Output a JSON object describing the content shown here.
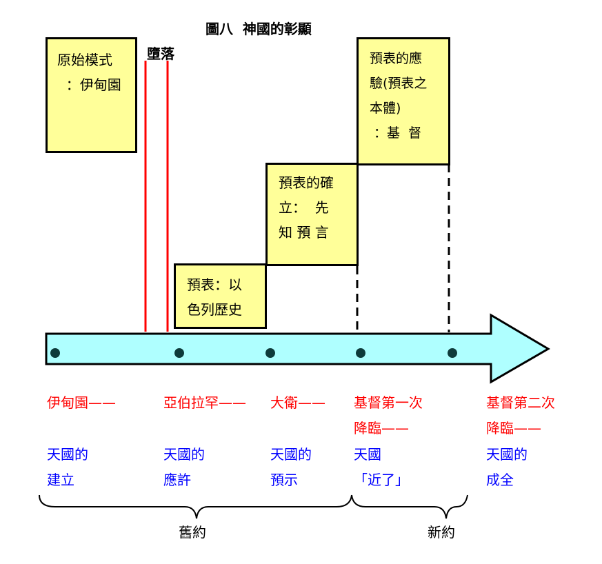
{
  "title": "圖八  神國的彰顯",
  "boxes": [
    {
      "lines": [
        "原始模式",
        "  ：伊甸園"
      ]
    },
    {
      "lines": [
        "預表：以",
        "色列歷史"
      ]
    },
    {
      "lines": [
        "預表的確",
        "立：  先",
        "知 預 言"
      ]
    },
    {
      "lines": [
        "預表的應",
        "驗(預表之",
        "本體)",
        " ：基  督"
      ]
    }
  ],
  "fall_label": "墮落",
  "stages": [
    {
      "event": "伊甸園——",
      "meaning": [
        "天國的",
        "建立"
      ]
    },
    {
      "event": "亞伯拉罕——",
      "meaning": [
        "天國的",
        "應許"
      ]
    },
    {
      "event": "大衛——",
      "meaning": [
        "天國的",
        "預示"
      ]
    },
    {
      "event": [
        "基督第一次",
        "降臨——"
      ],
      "meaning": [
        "天國",
        "「近了」"
      ]
    },
    {
      "event": [
        "基督第二次",
        "降臨——"
      ],
      "meaning": [
        "天國的",
        "成全"
      ]
    }
  ],
  "eras": {
    "old": "舊約",
    "new": "新約"
  },
  "colors": {
    "box": "#FFFF99",
    "arrow": "#AFFFFF",
    "fall_line": "#FF0000",
    "event": "#FF0000",
    "meaning": "#0000FF",
    "dot": "#0E3B3B"
  }
}
